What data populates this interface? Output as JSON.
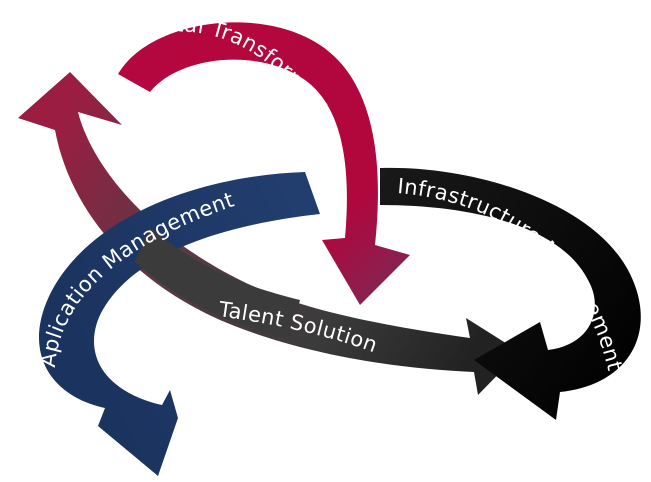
{
  "diagram": {
    "arrows": [
      {
        "id": "digital-transformation",
        "label": "Digital Transformation",
        "color": "#b5073f"
      },
      {
        "id": "infrastructure-management",
        "label": "Infrastructure Management",
        "color": "#0a0a0a"
      },
      {
        "id": "aplication-management",
        "label": "Aplication Management",
        "color": "#1f3864"
      },
      {
        "id": "talent-solution",
        "label": "Talent Solution",
        "color": "#3a3a3a"
      }
    ]
  }
}
